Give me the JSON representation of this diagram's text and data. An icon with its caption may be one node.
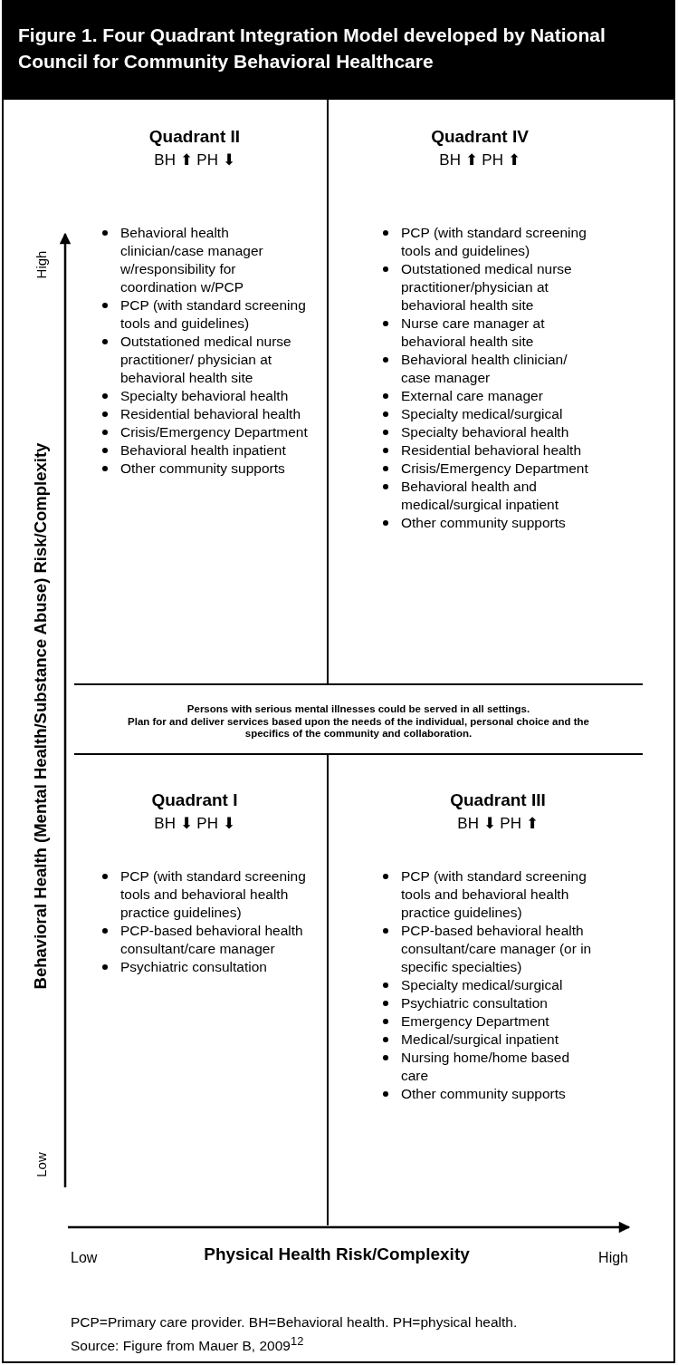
{
  "diagram": {
    "title": "Figure 1. Four Quadrant Integration Model developed by National Council for Community Behavioral Healthcare",
    "nodes": [
      {
        "text": [
          "Quadrant II",
          "BH ⬆ PH ⬇",
          "Behavioral health clinician/case manager w/responsibility for coordination w/PCP",
          "PCP (with standard screening tools and guidelines)",
          "Outstationed medical nurse practitioner/ physician at behavioral health site",
          "Specialty behavioral health",
          "Residential behavioral health",
          "Crisis/Emergency Department",
          "Behavioral health inpatient",
          "Other community supports"
        ]
      },
      {
        "text": [
          "Quadrant IV",
          "BH ⬆ PH ⬆",
          "PCP (with standard screening tools and guidelines)",
          "Outstationed medical nurse practitioner/physician at behavioral health site",
          "Nurse care manager at behavioral health site",
          "Behavioral health clinician/ case manager",
          "External care manager",
          "Specialty medical/surgical",
          "Specialty behavioral health",
          "Residential behavioral health",
          "Crisis/Emergency Department",
          "Behavioral health and medical/surgical inpatient",
          "Other community supports"
        ]
      },
      {
        "text": [
          "Quadrant I",
          "BH ⬇ PH ⬇",
          "PCP (with standard screening tools and behavioral health practice guidelines)",
          "PCP-based behavioral health consultant/care manager",
          "Psychiatric consultation"
        ]
      },
      {
        "text": [
          "Quadrant III",
          "BH ⬇ PH ⬆",
          "PCP (with standard screening tools and behavioral health practice guidelines)",
          "PCP-based behavioral health consultant/care manager (or in specific specialties)",
          "Specialty medical/surgical",
          "Psychiatric consultation",
          "Emergency Department",
          "Medical/surgical inpatient",
          "Nursing home/home based care",
          "Other community supports"
        ]
      }
    ],
    "labels": [
      "High",
      "Behavioral Health (Mental Health/Substance Abuse) Risk/Complexity",
      "Persons with serious mental illnesses could be served in all settings.",
      "Plan for and deliver services based upon the needs of the individual, personal choice and the specifics of the community and collaboration.",
      "Low",
      "Low",
      "Physical Health Risk/Complexity",
      "High",
      "PCP=Primary care provider. BH=Behavioral health. PH=physical health.",
      "Source: Figure from Mauer B, 2009$^{12}$"
    ]
  }
}
